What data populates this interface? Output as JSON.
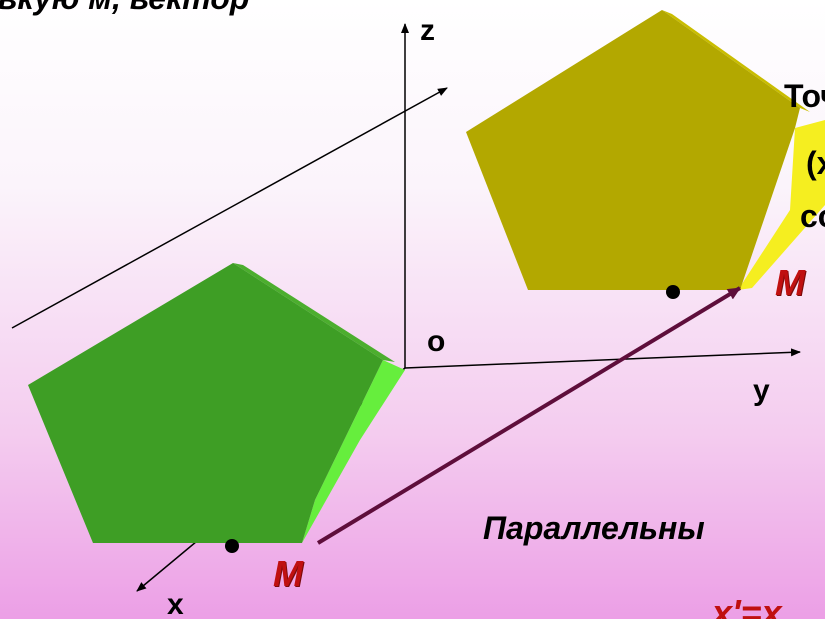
{
  "diagram": {
    "top_text": "вкую м, вектор",
    "axes": {
      "z": "z",
      "y": "y",
      "x": "x",
      "origin": "o"
    },
    "right_text": {
      "line1": "Точ",
      "line2": "(x",
      "line3": "co"
    },
    "points": {
      "moved_label": "M",
      "original_label": "M"
    },
    "caption": "Параллельны",
    "formula": "x'=x"
  },
  "colors": {
    "background_top": "#ffffff",
    "background_bottom": "#ec9fe6",
    "green_front": "#3e9e25",
    "green_side": "#66ee3d",
    "yellow_front": "#b3a800",
    "yellow_side": "#f5ee20",
    "arrow_vector": "#5e0e3b",
    "point_label": "#c01010"
  }
}
